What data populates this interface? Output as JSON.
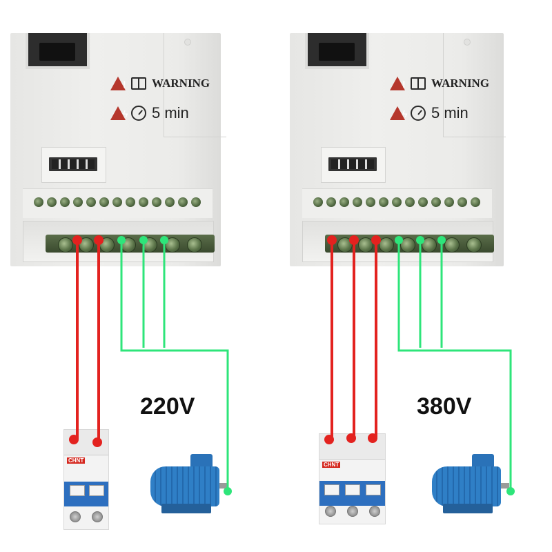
{
  "labels": {
    "warning": "WARNING",
    "discharge_time": "5 min"
  },
  "diagrams": [
    {
      "id": "single_phase",
      "voltage": "220V",
      "breaker_poles": 2,
      "input_wires": 2,
      "output_wires": 3,
      "breaker_brand": "CHNT"
    },
    {
      "id": "three_phase",
      "voltage": "380V",
      "breaker_poles": 3,
      "input_wires": 3,
      "output_wires": 3,
      "breaker_brand": "CHNT"
    }
  ],
  "colors": {
    "input_wire": "#e3221f",
    "output_wire": "#2ee57a",
    "breaker_blue": "#2d6fbf",
    "motor_blue": "#2f7fc6",
    "warning_red": "#b5372c"
  },
  "icons": [
    "rj45-port-icon",
    "warning-triangle-icon",
    "manual-book-icon",
    "electric-hazard-icon",
    "timer-icon",
    "terminal-screw-icon",
    "circuit-breaker-icon",
    "electric-motor-icon"
  ]
}
